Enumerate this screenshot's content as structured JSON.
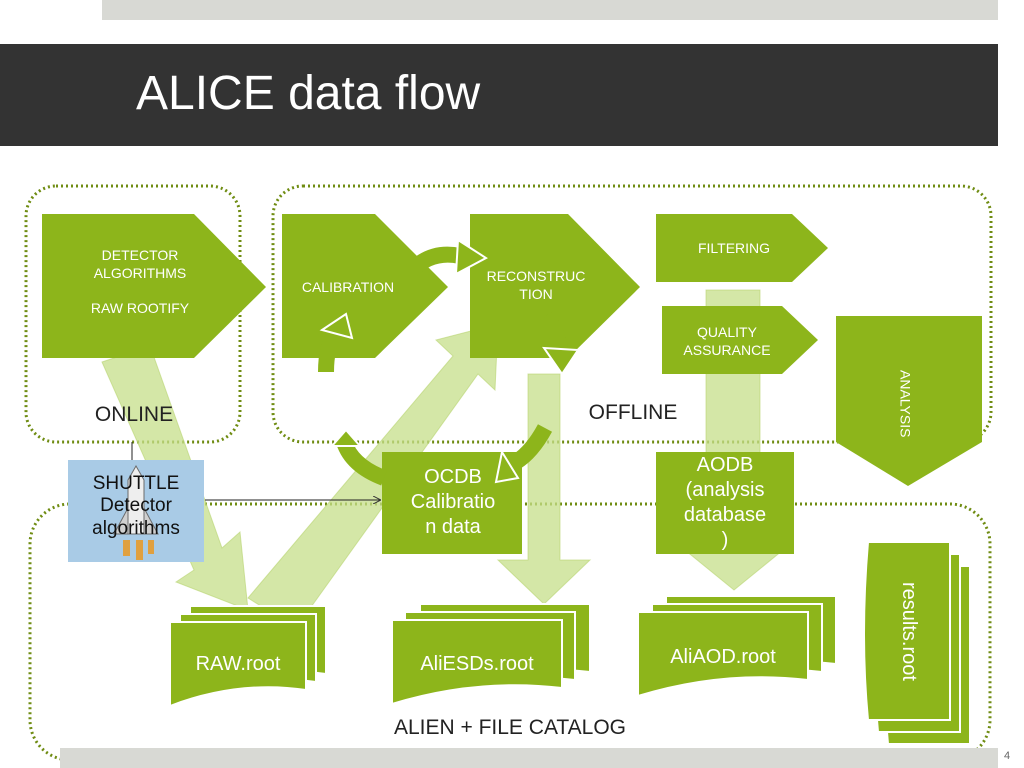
{
  "title": "ALICE data flow",
  "page_number": "4",
  "regions": {
    "online": "ONLINE",
    "offline": "OFFLINE",
    "storage": "ALIEN + FILE CATALOG"
  },
  "nodes": {
    "detector_algorithms": "DETECTOR\nALGORITHMS\n\nRAW ROOTIFY",
    "calibration": "CALIBRATION",
    "reconstruction": "RECONSTRUC\nTION",
    "filtering": "FILTERING",
    "quality_assurance": "QUALITY\nASSURANCE",
    "analysis": "ANALYSIS",
    "ocdb": "OCDB\nCalibratio\nn data",
    "aodb": "AODB\n(analysis\ndatabase\n)",
    "shuttle": "SHUTTLE\nDetector\nalgorithms"
  },
  "files": {
    "raw": "RAW.root",
    "esds": "AliESDs.root",
    "aod": "AliAOD.root",
    "results": "results.root"
  },
  "colors": {
    "green": "#8db51b",
    "light_green": "#d4e6a4",
    "dark_green": "#6f8c12",
    "title_bar": "#333333"
  }
}
